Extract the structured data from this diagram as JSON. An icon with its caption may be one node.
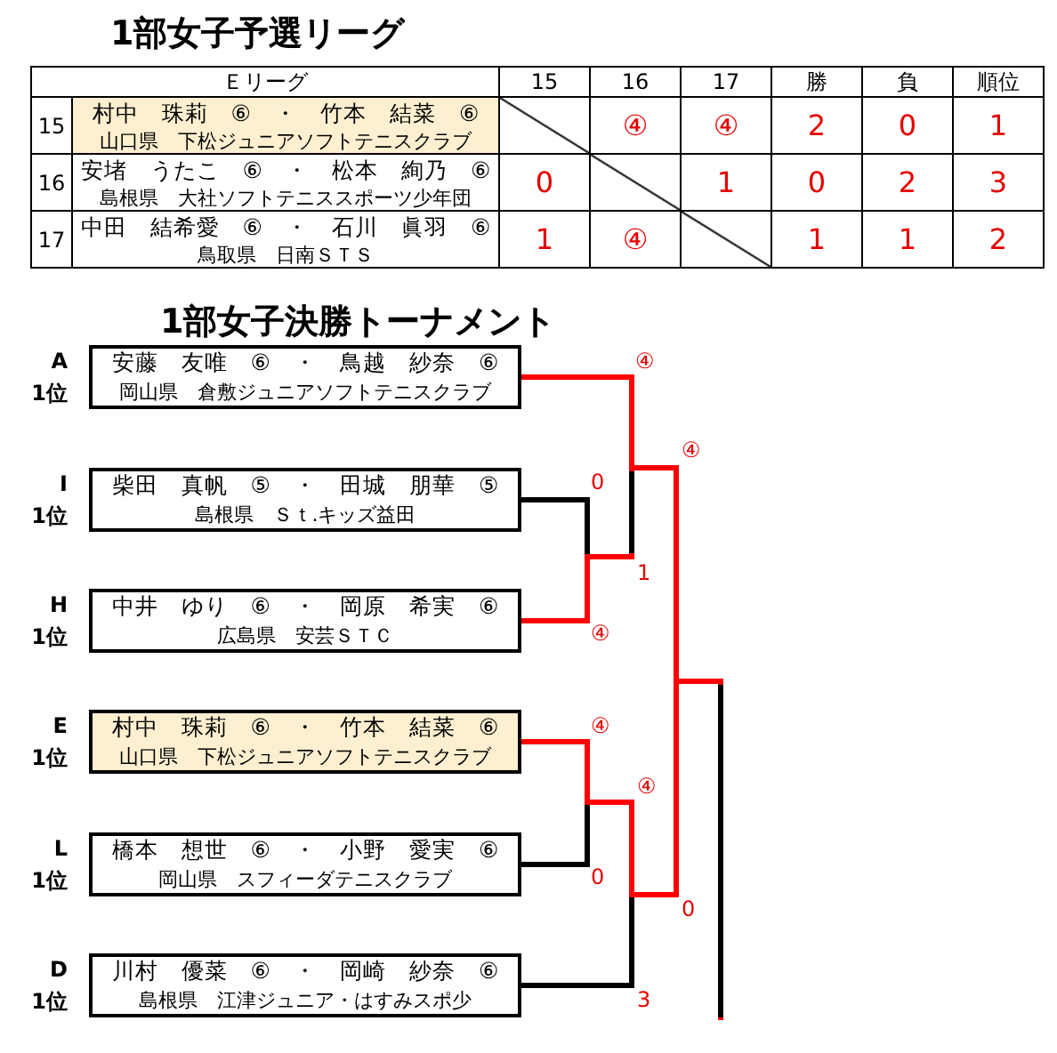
{
  "diagram": {
    "title": "1部女子予選リーグ",
    "nodes": [
      {
        "text": [
          "安藤　友唯　⑥　・　鳥越　紗奈　⑥",
          "岡山県　倉敷ジュニアソフトテニスクラブ"
        ],
        "beside": [
          "A",
          "1位"
        ]
      },
      {
        "text": [
          "柴田　真帆　⑤　・　田城　朋華　⑤",
          "島根県　Ｓｔ.キッズ益田"
        ],
        "beside": [
          "I",
          "1位"
        ]
      },
      {
        "text": [
          "中井　ゆり　⑥　・　岡原　希実　⑥",
          "広島県　安芸ＳＴＣ"
        ],
        "beside": [
          "H",
          "1位"
        ]
      },
      {
        "text": [
          "村中　珠莉　⑥　・　竹本　結菜　⑥",
          "山口県　下松ジュニアソフトテニスクラブ"
        ],
        "beside": [
          "E",
          "1位"
        ]
      },
      {
        "text": [
          "橋本　想世　⑥　・　小野　愛実　⑥",
          "岡山県　スフィーダテニスクラブ"
        ],
        "beside": [
          "L",
          "1位"
        ]
      },
      {
        "text": [
          "川村　優菜　⑥　・　岡崎　紗奈　⑥",
          "島根県　江津ジュニア・はすみスポ少"
        ],
        "beside": [
          "D",
          "1位"
        ]
      }
    ],
    "edges": [
      {
        "from": 1,
        "to": 2,
        "arrow": "none"
      },
      {
        "from": 0,
        "to": 2,
        "arrow": "none",
        "color": "#ff0000"
      },
      {
        "from": 3,
        "to": 4,
        "arrow": "none"
      },
      {
        "from": 3,
        "to": 5,
        "arrow": "none"
      },
      {
        "from": 3,
        "to": 0,
        "arrow": "none",
        "color": "#ff0000"
      },
      {
        "from": 0,
        "to": null,
        "arrow": "none",
        "color": "#ff0000"
      }
    ],
    "labels": [
      "1部女子決勝トーナメント",
      "Ｅリーグ",
      "15",
      "16",
      "17",
      "勝",
      "負",
      "順位",
      "15",
      "村中　珠莉　⑥　・　竹本　結菜　⑥",
      "山口県　下松ジュニアソフトテニスクラブ",
      "④",
      "④",
      "2",
      "0",
      "1",
      "16",
      "安堵　うたこ　⑥　・　松本　絢乃　⑥",
      "島根県　大社ソフトテニススポーツ少年団",
      "0",
      "1",
      "0",
      "2",
      "3",
      "17",
      "中田　結希愛　⑥　・　石川　眞羽　⑥",
      "鳥取県　日南ＳＴＳ",
      "1",
      "④",
      "1",
      "1",
      "2",
      "④",
      "④",
      "0",
      "1",
      "④",
      "④",
      "④",
      "0",
      "0",
      "3"
    ]
  }
}
